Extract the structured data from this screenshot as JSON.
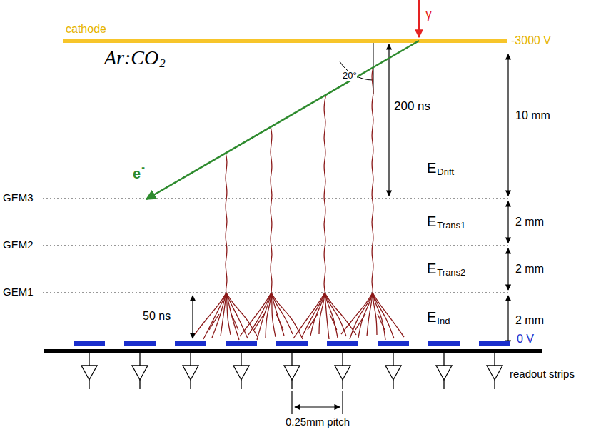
{
  "diagram": {
    "labels": [
      "cathode",
      "-3000 V",
      "γ",
      "Ar:CO",
      "2",
      "20°",
      "200 ns",
      "10 mm",
      "e",
      "-",
      "E",
      "Drift",
      "GEM3",
      "GEM2",
      "GEM1",
      "E",
      "Trans1",
      "2 mm",
      "E",
      "Trans2",
      "2 mm",
      "50 ns",
      "E",
      "Ind",
      "2 mm",
      "0 V",
      "readout strips",
      "0.25mm pitch"
    ]
  }
}
